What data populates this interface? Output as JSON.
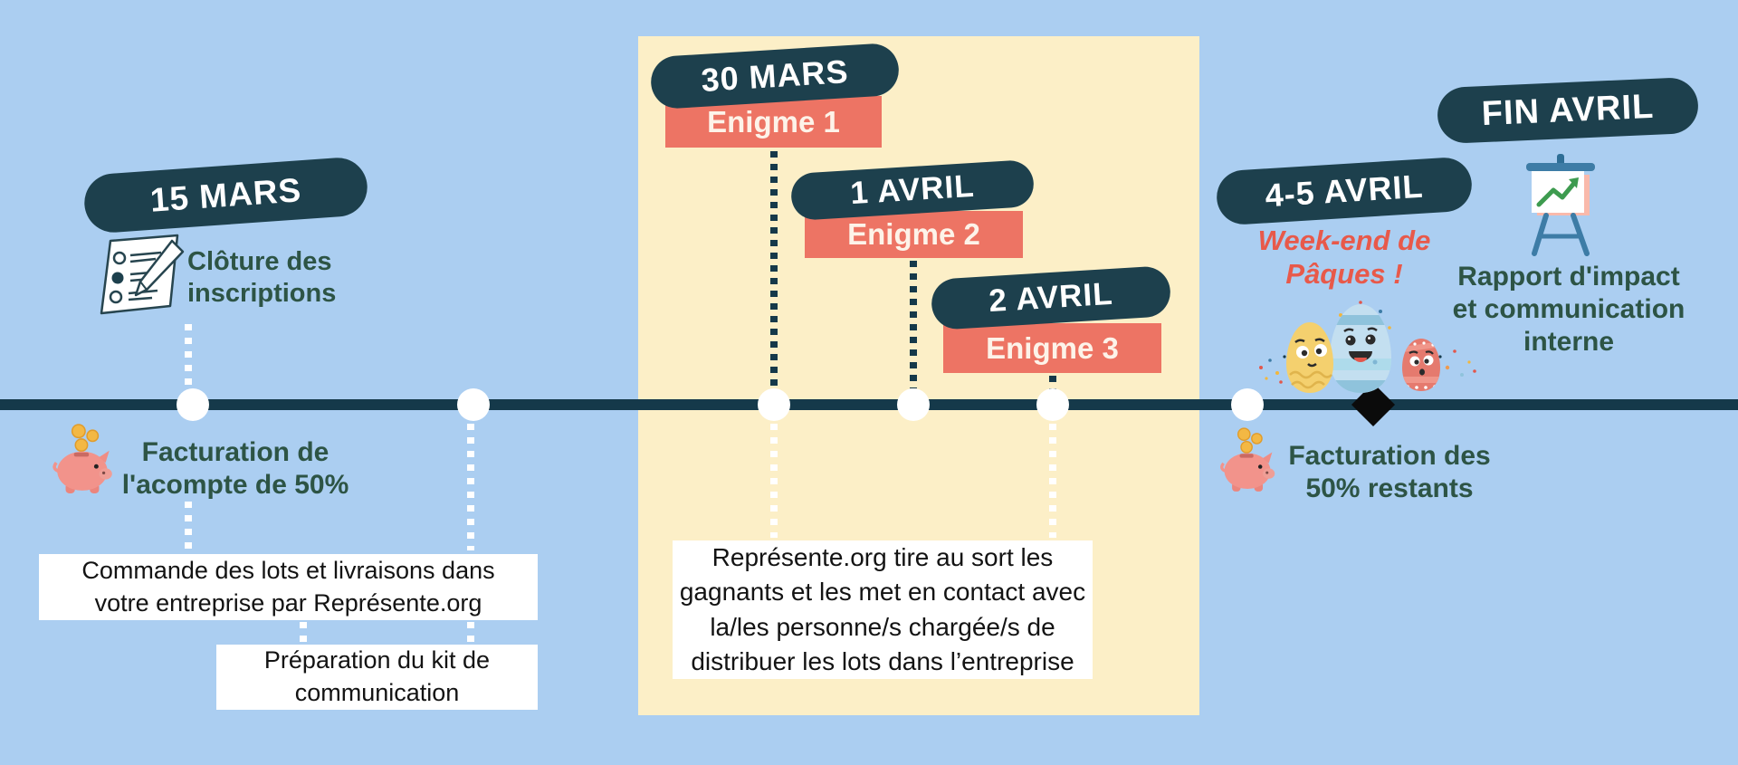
{
  "colors": {
    "background": "#abcef1",
    "band_yellow": "#fcefc7",
    "dark_teal": "#1d404d",
    "timeline": "#15394a",
    "salmon": "#ed7464",
    "green_text": "#2d5445",
    "red_note": "#e8594a",
    "white": "#ffffff",
    "coin_gold": "#f3b844",
    "pig_pink": "#f2938b"
  },
  "milestones": {
    "registration": {
      "date": "15 MARS",
      "label_line1": "Clôture des",
      "label_line2": "inscriptions",
      "icon": "registration-document-icon"
    },
    "deposit_billing": {
      "line1": "Facturation de",
      "line2": "l'acompte de 50%",
      "icon": "piggy-bank-icon"
    },
    "order_box": {
      "line1": "Commande des lots et livraisons dans",
      "line2": "votre entreprise par Représente.org"
    },
    "kit_box": {
      "line1": "Préparation du kit de",
      "line2": "communication"
    },
    "enigma1": {
      "date": "30 MARS",
      "label": "Enigme 1"
    },
    "enigma2": {
      "date": "1 AVRIL",
      "label": "Enigme 2"
    },
    "enigma3": {
      "date": "2 AVRIL",
      "label": "Enigme 3"
    },
    "draw_box": {
      "line1": "Représente.org tire au sort les",
      "line2": "gagnants et les met en contact avec",
      "line3": "la/les personne/s chargée/s de",
      "line4": "distribuer les lots dans l’entreprise"
    },
    "easter": {
      "date": "4-5 AVRIL",
      "note_line1": "Week-end de",
      "note_line2": "Pâques !",
      "icon": "easter-eggs-icon"
    },
    "final_billing": {
      "line1": "Facturation des",
      "line2": "50% restants",
      "icon": "piggy-bank-icon"
    },
    "report": {
      "date": "FIN AVRIL",
      "line1": "Rapport d'impact",
      "line2": "et communication",
      "line3": "interne",
      "icon": "presentation-easel-icon"
    }
  }
}
